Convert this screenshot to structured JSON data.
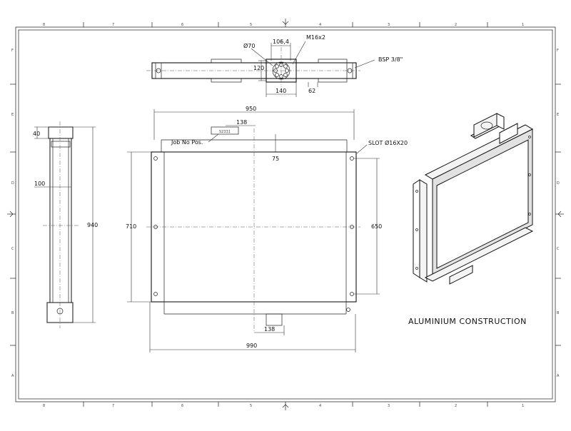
{
  "drawing": {
    "zones_top": [
      "8",
      "7",
      "6",
      "5",
      "4",
      "3",
      "2",
      "1"
    ],
    "zones_side": [
      "F",
      "E",
      "D",
      "C",
      "B",
      "A"
    ],
    "top_view": {
      "dia_hole": "Ø70",
      "dim_106": "106,4",
      "thread": "M16x2",
      "dim_120": "120",
      "bsp": "BSP 3/8\"",
      "dim_140": "140",
      "dim_62": "62"
    },
    "side_view": {
      "dim_40": "40",
      "dim_100": "100",
      "dim_940": "940"
    },
    "front_view": {
      "dim_950": "950",
      "dim_138_top": "138",
      "job_label": "Job No Pos.",
      "tag": "S2331",
      "dim_75": "75",
      "slot": "SLOT Ø16X20",
      "dim_710": "710",
      "dim_650": "650",
      "dim_138_bottom": "138",
      "dim_990": "990"
    },
    "note": "ALUMINIUM CONSTRUCTION"
  }
}
